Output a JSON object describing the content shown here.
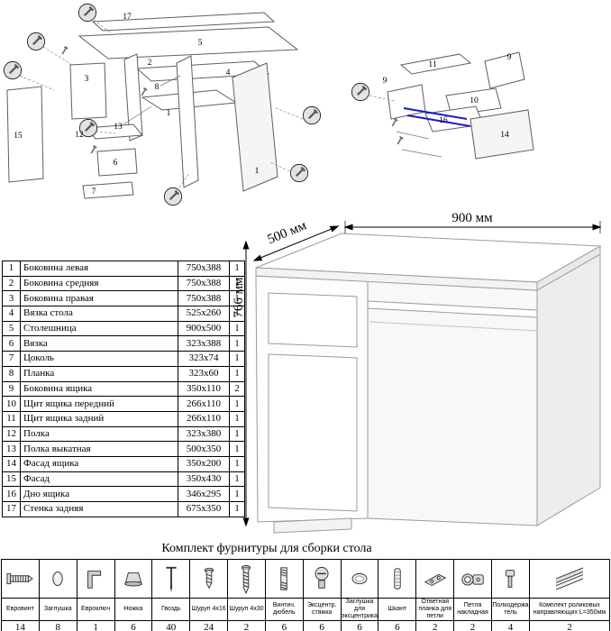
{
  "colors": {
    "accent_blue": "#1a1acd",
    "background": "#ffffff",
    "line": "#000000"
  },
  "desk": {
    "width_label": "900 мм",
    "depth_label": "500 мм",
    "height_label": "766 мм"
  },
  "diagram_left": {
    "callouts": {
      "n17": "17",
      "n5": "5",
      "n4": "4",
      "n2": "2",
      "n3": "3",
      "n13": "13",
      "n12": "12",
      "n15": "15",
      "n6": "6",
      "n1a": "1",
      "n1b": "1",
      "n7": "7",
      "n8": "8"
    }
  },
  "diagram_right": {
    "callouts": {
      "n11": "11",
      "n9a": "9",
      "n9b": "9",
      "n10": "10",
      "n16": "16",
      "n14": "14"
    }
  },
  "parts_table": {
    "rows": [
      {
        "num": "1",
        "name": "Боковина левая",
        "size": "750x388",
        "qty": "1"
      },
      {
        "num": "2",
        "name": "Боковина средняя",
        "size": "750x388",
        "qty": "1"
      },
      {
        "num": "3",
        "name": "Боковина правая",
        "size": "750x388",
        "qty": "1"
      },
      {
        "num": "4",
        "name": "Вязка стола",
        "size": "525x260",
        "qty": "1"
      },
      {
        "num": "5",
        "name": "Столешница",
        "size": "900x500",
        "qty": "1"
      },
      {
        "num": "6",
        "name": "Вязка",
        "size": "323x388",
        "qty": "1"
      },
      {
        "num": "7",
        "name": "Цоколь",
        "size": "323x74",
        "qty": "1"
      },
      {
        "num": "8",
        "name": "Планка",
        "size": "323x60",
        "qty": "1"
      },
      {
        "num": "9",
        "name": "Боковина ящика",
        "size": "350x110",
        "qty": "2"
      },
      {
        "num": "10",
        "name": "Щит ящика передний",
        "size": "266x110",
        "qty": "1"
      },
      {
        "num": "11",
        "name": "Щит ящика задний",
        "size": "266x110",
        "qty": "1"
      },
      {
        "num": "12",
        "name": "Полка",
        "size": "323x380",
        "qty": "1"
      },
      {
        "num": "13",
        "name": "Полка выкатная",
        "size": "500x350",
        "qty": "1"
      },
      {
        "num": "14",
        "name": "Фасад ящика",
        "size": "350x200",
        "qty": "1"
      },
      {
        "num": "15",
        "name": "Фасад",
        "size": "350x430",
        "qty": "1"
      },
      {
        "num": "16",
        "name": "Дно ящика",
        "size": "346x295",
        "qty": "1"
      },
      {
        "num": "17",
        "name": "Стенка задняя",
        "size": "675x350",
        "qty": "1"
      }
    ]
  },
  "hardware": {
    "title": "Комплект фурнитуры для сборки стола",
    "items": [
      {
        "name": "Евровинт",
        "qty": "14",
        "icon": "confirmat-screw-icon"
      },
      {
        "name": "Заглушка",
        "qty": "8",
        "icon": "plug-cap-icon"
      },
      {
        "name": "Евроключ",
        "qty": "1",
        "icon": "hex-key-icon"
      },
      {
        "name": "Ножка",
        "qty": "6",
        "icon": "furniture-leg-icon"
      },
      {
        "name": "Гвоздь",
        "qty": "40",
        "icon": "nail-icon"
      },
      {
        "name": "Шуруп 4x16",
        "qty": "24",
        "icon": "screw-icon"
      },
      {
        "name": "Шуруп 4x30",
        "qty": "2",
        "icon": "screw-long-icon"
      },
      {
        "name": "Винтич. дюбель",
        "qty": "6",
        "icon": "threaded-dowel-icon"
      },
      {
        "name": "Эксцентр. стяжка",
        "qty": "6",
        "icon": "eccentric-cam-icon"
      },
      {
        "name": "Заглушка для эксцентрика",
        "qty": "6",
        "icon": "cam-cover-icon"
      },
      {
        "name": "Шкант",
        "qty": "6",
        "icon": "wood-dowel-icon"
      },
      {
        "name": "Ответная планка для петли",
        "qty": "2",
        "icon": "hinge-plate-icon"
      },
      {
        "name": "Петля накладная",
        "qty": "2",
        "icon": "hinge-icon"
      },
      {
        "name": "Полкодержатель",
        "qty": "4",
        "icon": "shelf-support-icon"
      },
      {
        "name": "Комплект роликовых направляющих L=350мм",
        "qty": "2",
        "icon": "roller-guides-icon"
      }
    ]
  }
}
